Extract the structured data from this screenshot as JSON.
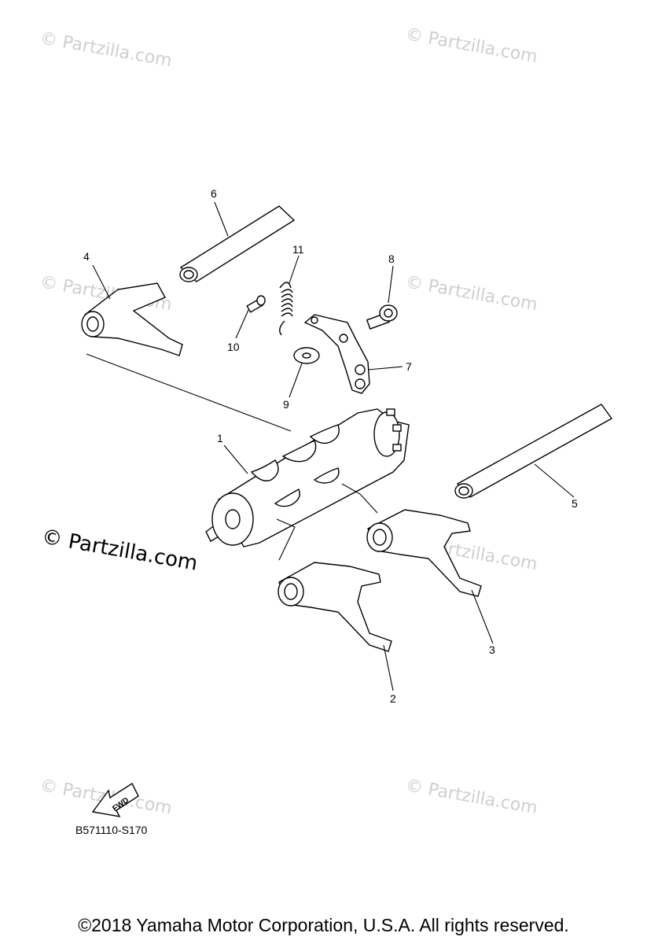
{
  "watermark": {
    "text": "© Partzilla.com",
    "main_text": "© Partzilla.com"
  },
  "callouts": {
    "c1": "1",
    "c2": "2",
    "c3": "3",
    "c4": "4",
    "c5": "5",
    "c6": "6",
    "c7": "7",
    "c8": "8",
    "c9": "9",
    "c10": "10",
    "c11": "11"
  },
  "fwd_label": "FWD",
  "diagram_code": "B571110-S170",
  "copyright": "©2018  Yamaha Motor Corporation, U.S.A. All rights reserved.",
  "colors": {
    "line": "#000000",
    "watermark": "#cfcfcf",
    "background": "#ffffff"
  }
}
